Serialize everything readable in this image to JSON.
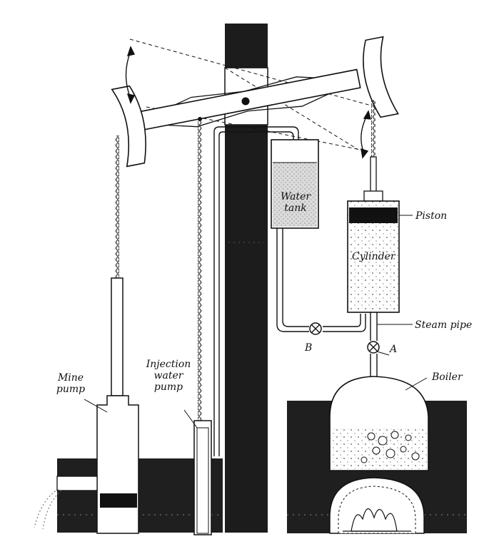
{
  "labels": {
    "water_tank_line1": "Water",
    "water_tank_line2": "tank",
    "piston": "Piston",
    "cylinder": "Cylinder",
    "steam_pipe": "Steam pipe",
    "valve_a": "A",
    "valve_b": "B",
    "boiler": "Boiler",
    "mine_pump_line1": "Mine",
    "mine_pump_line2": "pump",
    "injection_line1": "Injection",
    "injection_line2": "water",
    "injection_line3": "pump"
  },
  "colors": {
    "ink": "#111111",
    "fill_dark": "#222222",
    "paper": "#ffffff",
    "water": "#8a8a8a"
  }
}
